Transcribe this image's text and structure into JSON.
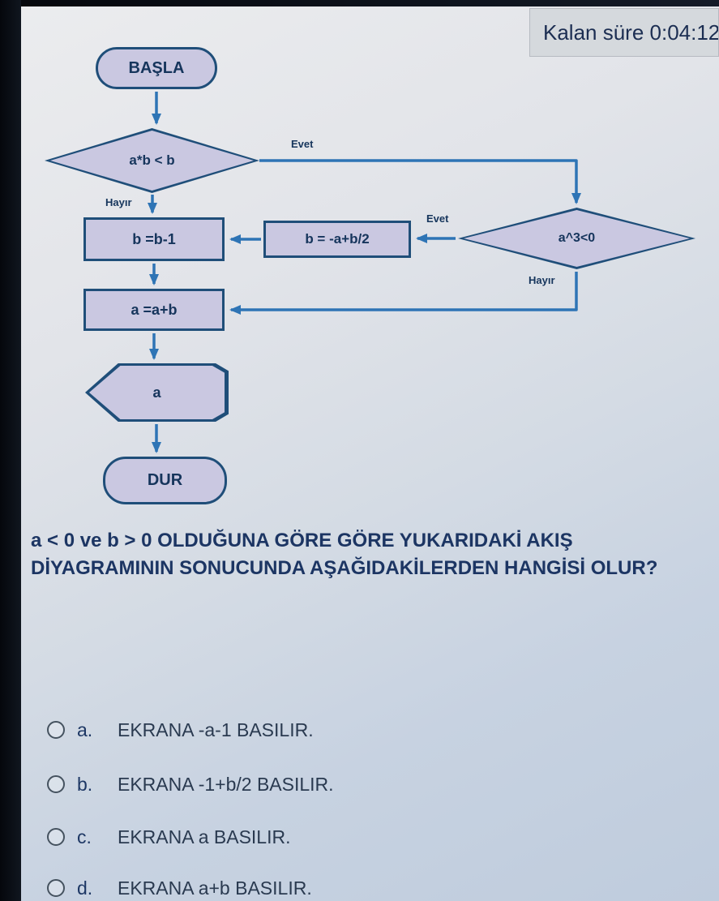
{
  "timer": {
    "label": "Kalan süre 0:04:12"
  },
  "flowchart": {
    "start": "BAŞLA",
    "decision1": "a*b < b",
    "process1": "b =b-1",
    "process2": "b = -a+b/2",
    "decision2": "a^3<0",
    "process3": "a =a+b",
    "output": "a",
    "end": "DUR",
    "label_evet1": "Evet",
    "label_hayir1": "Hayır",
    "label_evet2": "Evet",
    "label_hayir2": "Hayır"
  },
  "question": {
    "text": "a < 0 ve b > 0 OLDUĞUNA GÖRE GÖRE YUKARIDAKİ AKIŞ DİYAGRAMININ SONUCUNDA AŞAĞIDAKİLERDEN HANGİSİ OLUR?"
  },
  "options": [
    {
      "letter": "a.",
      "text": "EKRANA -a-1 BASILIR."
    },
    {
      "letter": "b.",
      "text": "EKRANA -1+b/2 BASILIR."
    },
    {
      "letter": "c.",
      "text": "EKRANA a BASILIR."
    },
    {
      "letter": "d.",
      "text": "EKRANA a+b BASILIR."
    }
  ],
  "colors": {
    "shape_fill": "#cac8e1",
    "shape_border": "#1f4e79",
    "arrow": "#2e74b5",
    "question_text": "#1c3563",
    "screen_bg": "#d8dde5",
    "frame": "#0d111a"
  }
}
